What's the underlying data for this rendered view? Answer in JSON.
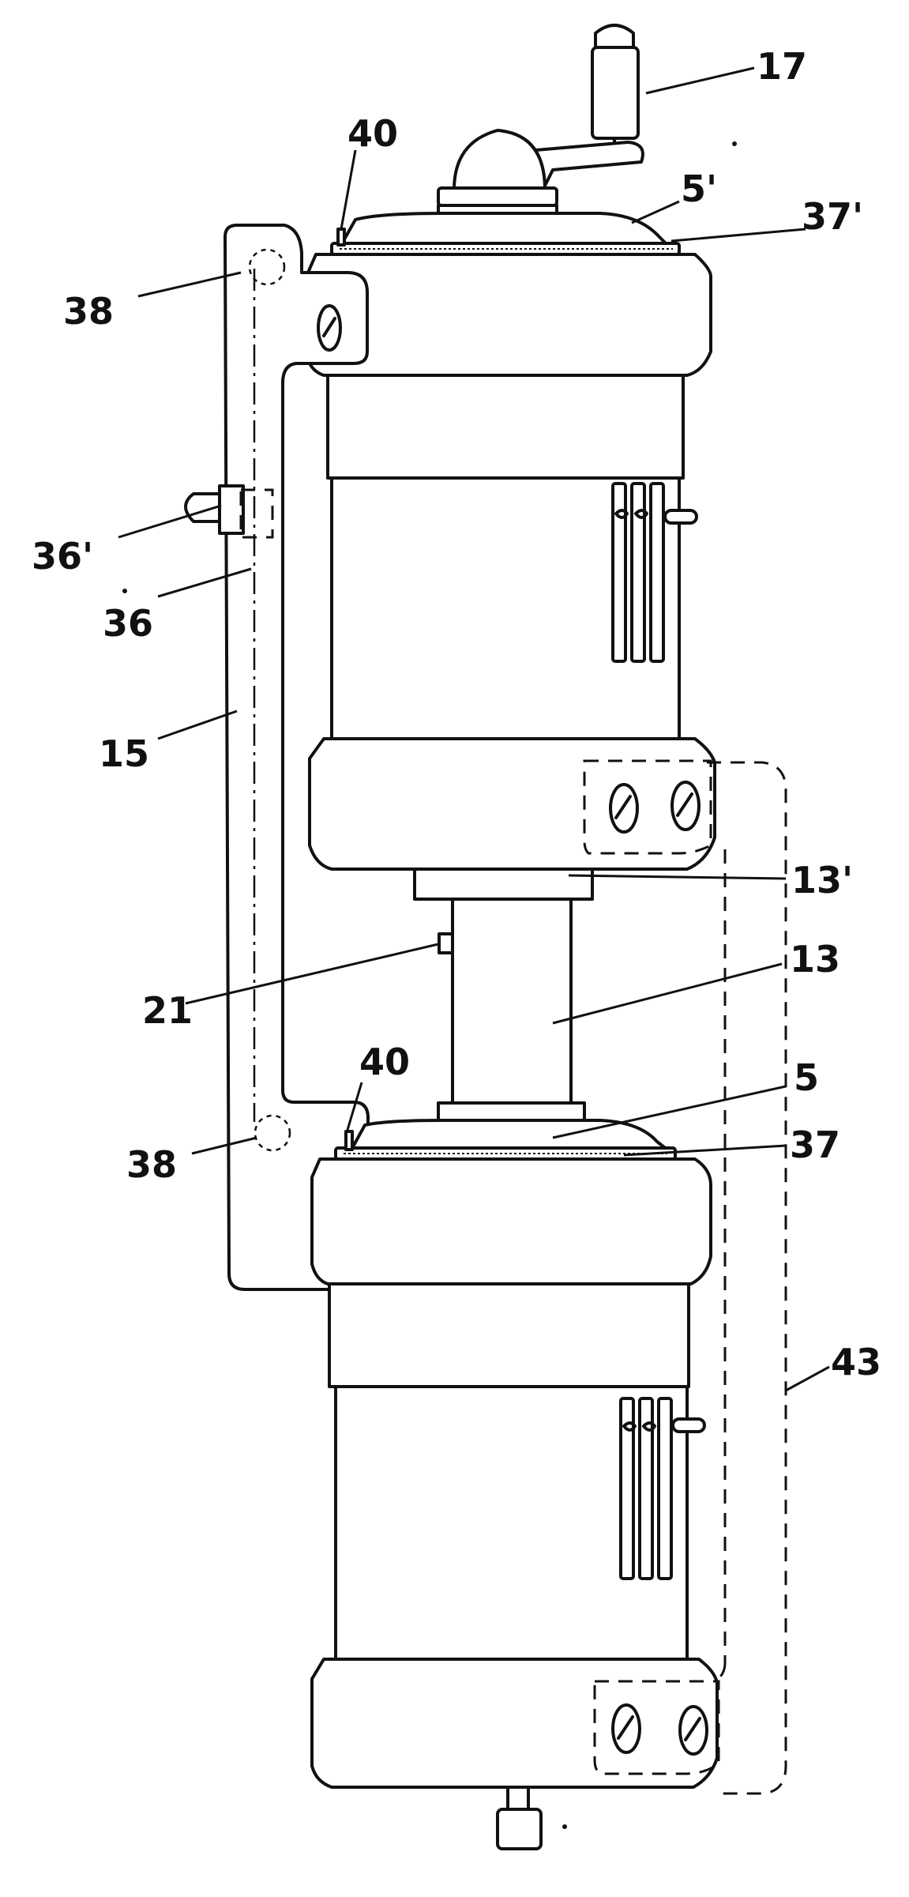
{
  "figure": {
    "labels": {
      "crank": "17",
      "upper_pin": "40",
      "upper_cover": "5'",
      "upper_ring": "37'",
      "upper_roller": "38",
      "knob": "36'",
      "rod": "36",
      "frame": "15",
      "upper_collar": "13'",
      "column": "13",
      "pin": "21",
      "lower_pin": "40",
      "lower_cover": "5",
      "lower_ring": "37",
      "lower_roller": "38",
      "enclosure": "43"
    }
  }
}
